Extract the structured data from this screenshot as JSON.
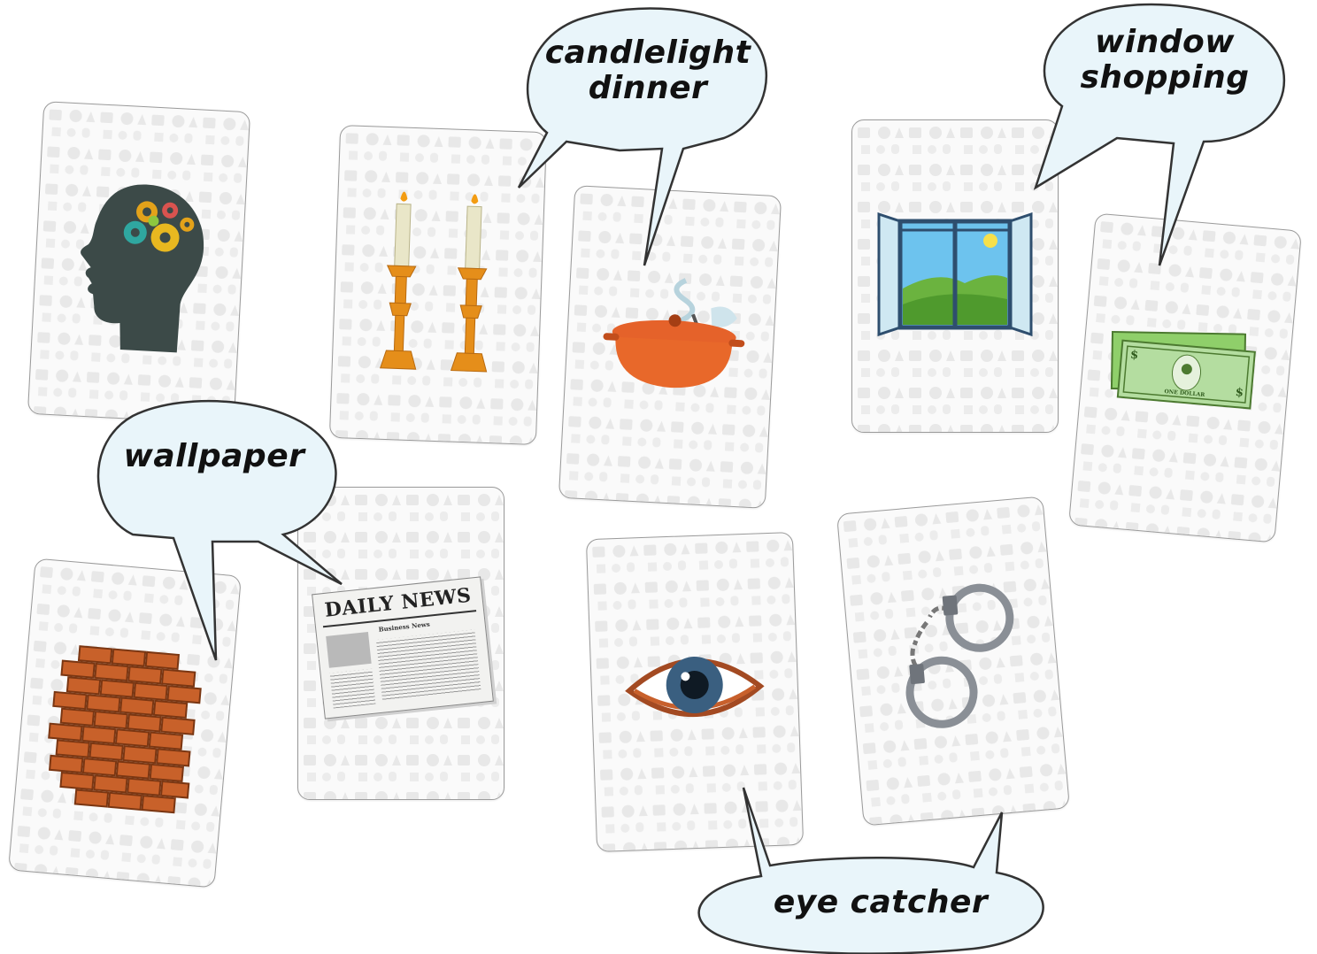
{
  "bubbles": {
    "candlelight": {
      "line1": "candlelight",
      "line2": "dinner"
    },
    "window": {
      "line1": "window",
      "line2": "shopping"
    },
    "wallpaper": {
      "line1": "wallpaper"
    },
    "eye": {
      "line1": "eye catcher"
    }
  },
  "newspaper": {
    "masthead": "DAILY NEWS",
    "section": "Business News"
  },
  "banknote": {
    "label": "ONE DOLLAR",
    "symbol": "$"
  },
  "cards": [
    {
      "subject": "head-with-gears"
    },
    {
      "subject": "candlesticks"
    },
    {
      "subject": "cooking-pot"
    },
    {
      "subject": "open-window"
    },
    {
      "subject": "dollar-bills"
    },
    {
      "subject": "brick-wall"
    },
    {
      "subject": "newspaper"
    },
    {
      "subject": "eye"
    },
    {
      "subject": "handcuffs"
    }
  ],
  "colors": {
    "bubble_fill": "#e9f5fa",
    "bubble_stroke": "#333333",
    "card_border": "#9a9a9a",
    "pattern_icons": "#e6e6e6"
  }
}
